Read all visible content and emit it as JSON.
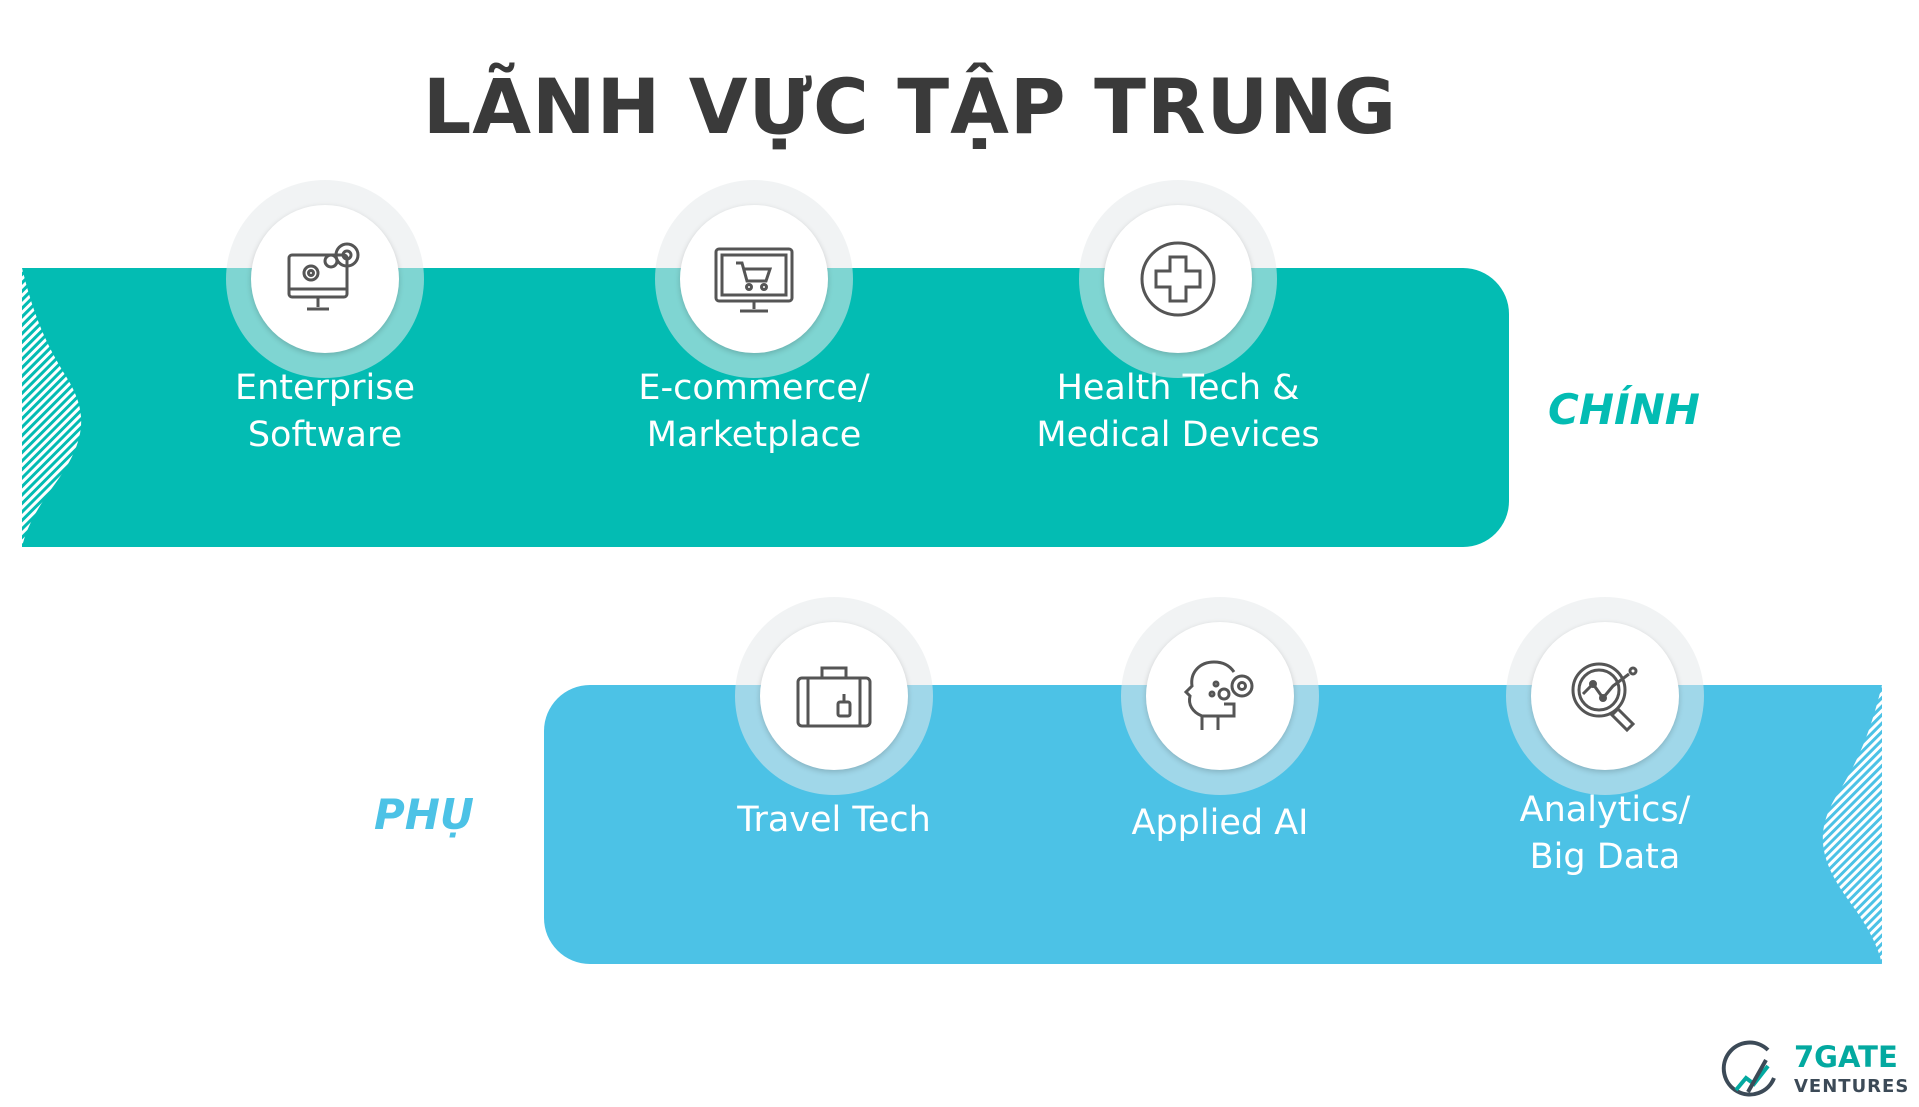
{
  "title": "LÃNH VỰC TẬP TRUNG",
  "primary": {
    "label": "CHÍNH",
    "color": "#03bcb3",
    "items": [
      {
        "icon": "computer-gears-icon",
        "line1": "Enterprise",
        "line2": "Software"
      },
      {
        "icon": "monitor-cart-icon",
        "line1": "E-commerce/",
        "line2": "Marketplace"
      },
      {
        "icon": "medical-cross-icon",
        "line1": "Health Tech &",
        "line2": "Medical Devices"
      }
    ]
  },
  "secondary": {
    "label": "PHỤ",
    "color": "#4cc2e6",
    "items": [
      {
        "icon": "suitcase-icon",
        "line1": "Travel Tech",
        "line2": ""
      },
      {
        "icon": "ai-head-icon",
        "line1": "Applied AI",
        "line2": ""
      },
      {
        "icon": "magnifier-chart-icon",
        "line1": "Analytics/",
        "line2": "Big Data"
      }
    ]
  },
  "logo": {
    "line1": "7GATE",
    "line2": "VENTURES"
  }
}
